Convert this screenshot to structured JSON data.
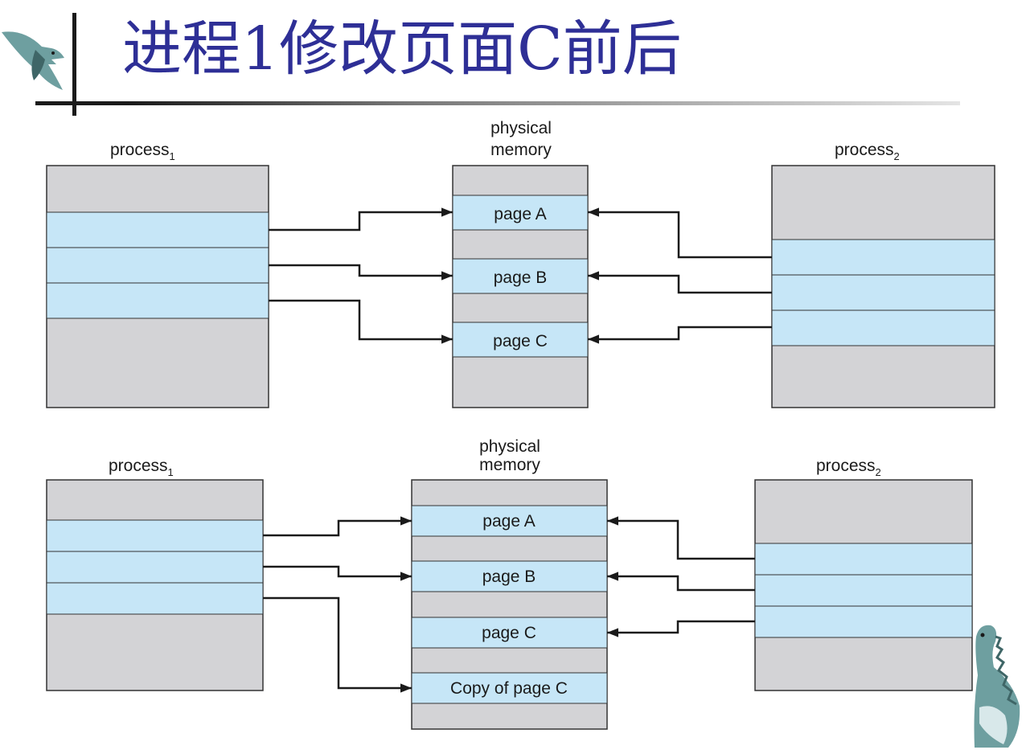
{
  "title": "进程1修改页面C前后",
  "colors": {
    "title": "#2e2f96",
    "gray_block": "#d3d3d6",
    "page_block": "#c6e6f7",
    "line": "#1a1a1a",
    "dino": "#6e9fa0"
  },
  "icons": {
    "top_left": "pterodactyl-icon",
    "bottom_right": "dinosaur-icon"
  },
  "before": {
    "process1_label": {
      "name": "process",
      "sub": "1"
    },
    "process2_label": {
      "name": "process",
      "sub": "2"
    },
    "memory_label_line1": "physical",
    "memory_label_line2": "memory",
    "pages": [
      "page A",
      "page B",
      "page C"
    ]
  },
  "after": {
    "process1_label": {
      "name": "process",
      "sub": "1"
    },
    "process2_label": {
      "name": "process",
      "sub": "2"
    },
    "memory_label_line1": "physical",
    "memory_label_line2": "memory",
    "pages": [
      "page A",
      "page B",
      "page C",
      "Copy of page C"
    ]
  }
}
